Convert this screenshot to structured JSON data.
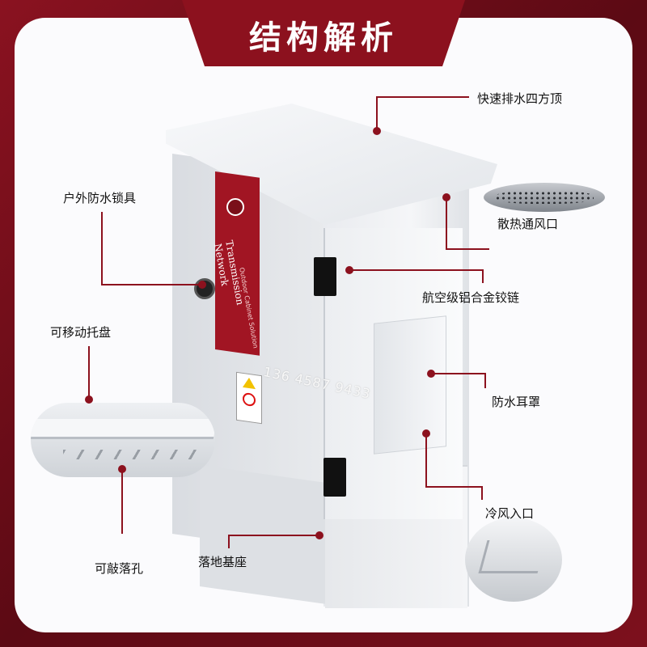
{
  "title": "结构解析",
  "labels": {
    "roof": "快速排水四方顶",
    "vent": "散热通风口",
    "hinge": "航空级铝合金铰链",
    "hood": "防水耳罩",
    "intake": "冷风入口",
    "lock": "户外防水锁具",
    "tray": "可移动托盘",
    "knockout": "可敲落孔",
    "base": "落地基座"
  },
  "cabinet": {
    "brand_line1": "Network",
    "brand_line2": "Transmission",
    "brand_sub": "Outdoor Cabinet Solution"
  },
  "watermark": "136 4587 9433",
  "colors": {
    "accent": "#8c111e",
    "frame": "#6e0f18"
  }
}
